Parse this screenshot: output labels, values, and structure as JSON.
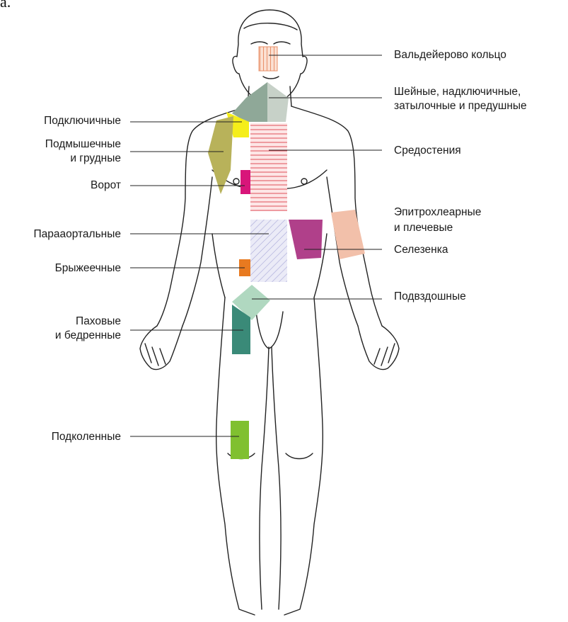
{
  "header_fragment": "а.",
  "labels": {
    "waldeyer": "Вальдейерово кольцо",
    "cervical_l1": "Шейные, надключичные,",
    "cervical_l2": "затылочные и предушные",
    "mediastinal": "Средостения",
    "epitrochlear_l1": "Эпитрохлеарные",
    "epitrochlear_l2": "и плечевые",
    "spleen": "Селезенка",
    "iliac": "Подвздошные",
    "subclavian": "Подключичные",
    "axillary_l1": "Подмышечные",
    "axillary_l2": "и грудные",
    "hilar": "Ворот",
    "paraaortic": "Парааортальные",
    "mesenteric": "Брыжеечные",
    "inguinal_l1": "Паховые",
    "inguinal_l2": "и бедренные",
    "popliteal": "Подколенные"
  },
  "region_colors": {
    "waldeyer": "#e8906a",
    "cervical": "#8fa898",
    "subclavian": "#f5ee1a",
    "axillary": "#b8b25a",
    "mediastinal": "#e0505a",
    "hilar": "#d8157a",
    "paraaortic": "#a8a8d8",
    "spleen": "#b0408a",
    "epitrochlear": "#f2c0aa",
    "mesenteric": "#e87a20",
    "iliac": "#b0d8c0",
    "inguinal": "#3a8a78",
    "popliteal": "#80c030"
  }
}
